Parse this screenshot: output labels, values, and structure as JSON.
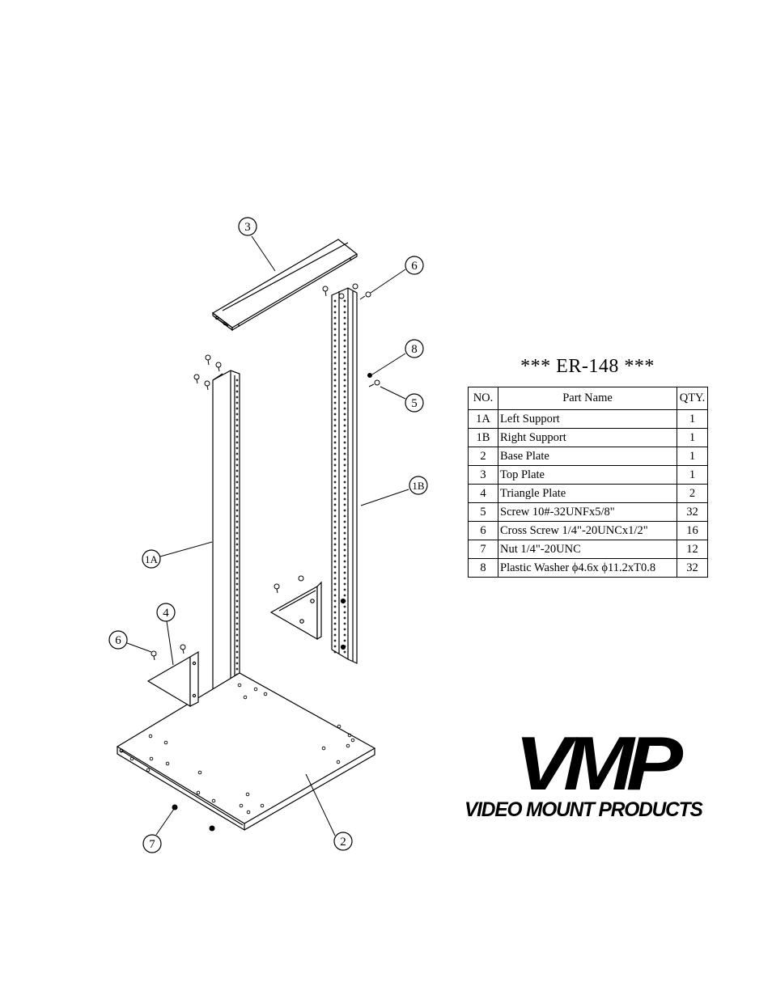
{
  "model_title": "*** ER-148 ***",
  "table": {
    "headers": {
      "no": "NO.",
      "name": "Part Name",
      "qty": "QTY."
    },
    "rows": [
      {
        "no": "1A",
        "name": "Left Support",
        "qty": "1"
      },
      {
        "no": "1B",
        "name": "Right Support",
        "qty": "1"
      },
      {
        "no": "2",
        "name": "Base Plate",
        "qty": "1"
      },
      {
        "no": "3",
        "name": "Top Plate",
        "qty": "1"
      },
      {
        "no": "4",
        "name": "Triangle Plate",
        "qty": "2"
      },
      {
        "no": "5",
        "name": "Screw 10#-32UNFx5/8\"",
        "qty": "32"
      },
      {
        "no": "6",
        "name": "Cross Screw 1/4\"-20UNCx1/2\"",
        "qty": "16"
      },
      {
        "no": "7",
        "name": "Nut 1/4\"-20UNC",
        "qty": "12"
      },
      {
        "no": "8",
        "name": "Plastic Washer  ϕ4.6x ϕ11.2xT0.8",
        "qty": "32"
      }
    ]
  },
  "callouts": {
    "c3": "3",
    "c6a": "6",
    "c8": "8",
    "c5": "5",
    "c1b": "1B",
    "c1a": "1A",
    "c4": "4",
    "c6b": "6",
    "c7": "7",
    "c2": "2"
  },
  "logo": {
    "mark": "VMP",
    "subtitle": "VIDEO MOUNT PRODUCTS"
  }
}
